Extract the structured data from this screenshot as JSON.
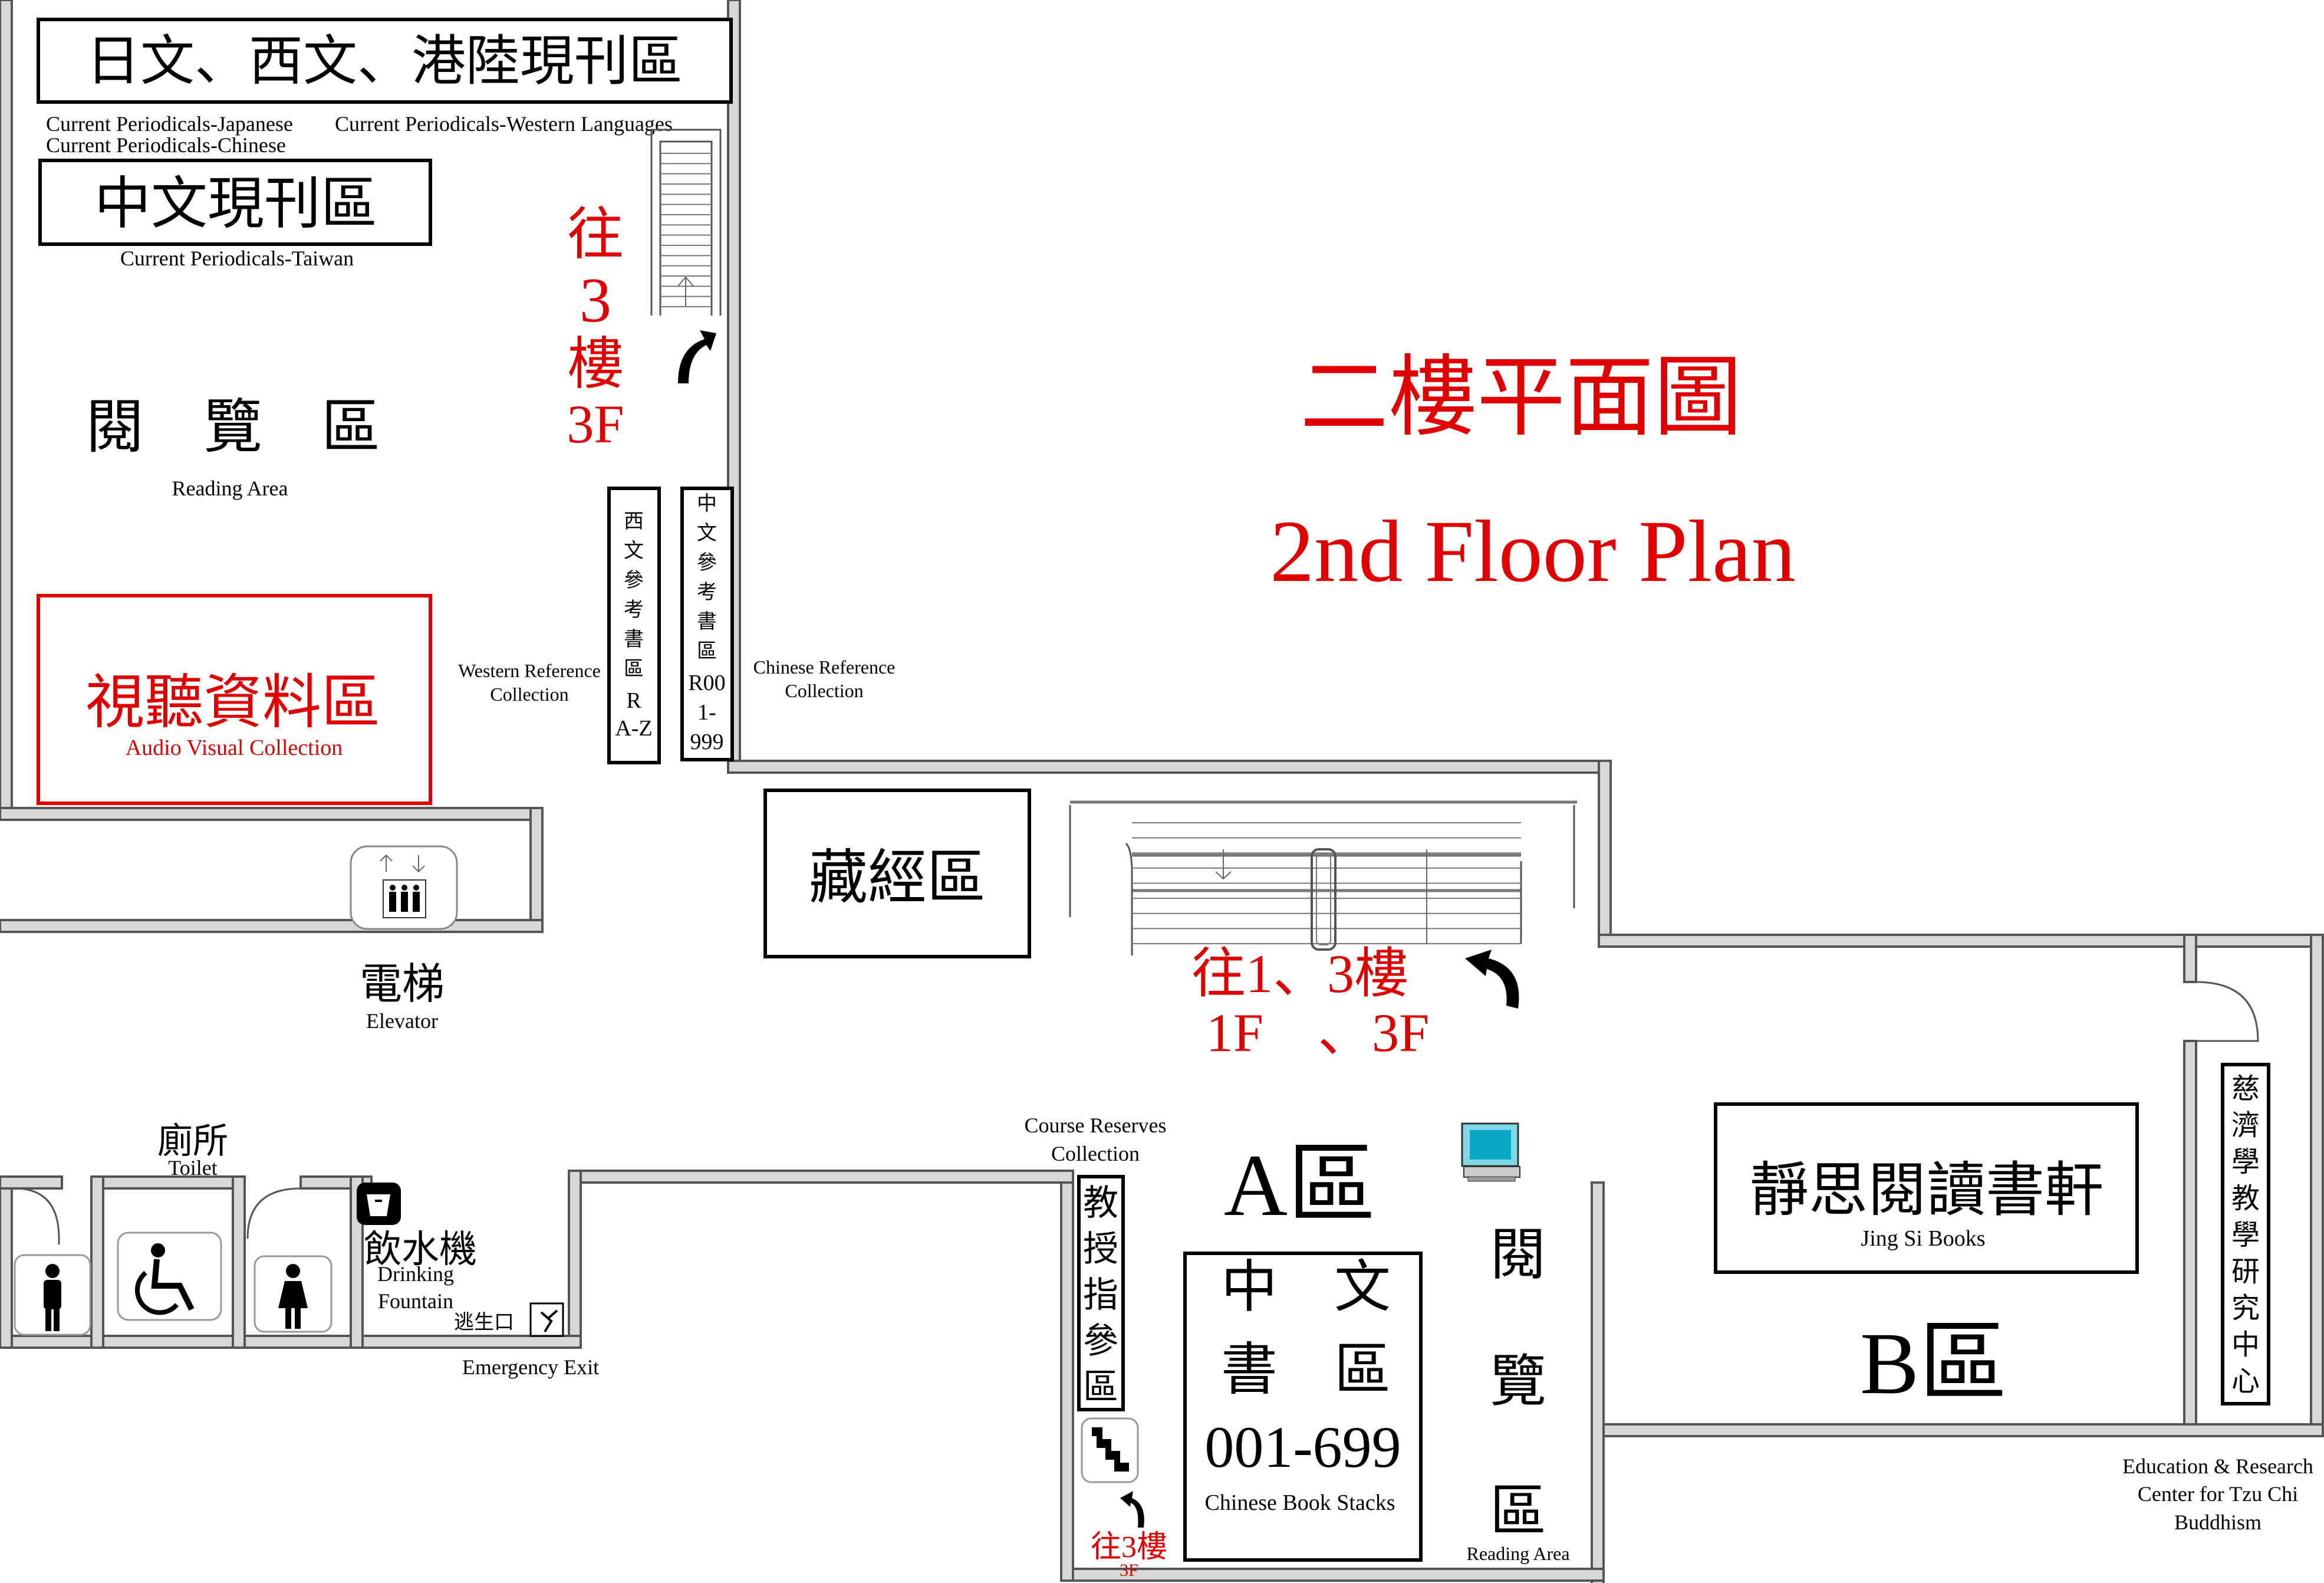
{
  "title": {
    "zh": "二樓平面圖",
    "en": "2nd Floor Plan",
    "color": "#e00000"
  },
  "areas": {
    "periodicals_foreign": {
      "zh": "日文、西文、港陸現刊區",
      "en_jp": "Current Periodicals-Japanese",
      "en_west": "Current Periodicals-Western Languages",
      "en_cn": "Current Periodicals-Chinese"
    },
    "periodicals_tw": {
      "zh": "中文現刊區",
      "en": "Current Periodicals-Taiwan"
    },
    "reading_area_upper": {
      "zh": "閱　覽　區",
      "en": "Reading Area"
    },
    "audio_visual": {
      "zh": "視聽資料區",
      "en": "Audio Visual Collection",
      "color": "#e00000"
    },
    "western_reference": {
      "zh_chars": [
        "西",
        "文",
        "參",
        "考",
        "書",
        "區"
      ],
      "code_lines": [
        "R",
        "A-Z"
      ],
      "en_lines": [
        "Western Reference",
        "Collection"
      ]
    },
    "chinese_reference": {
      "zh_chars": [
        "中",
        "文",
        "參",
        "考",
        "書",
        "區"
      ],
      "code_lines": [
        "R00",
        "1-",
        "999"
      ],
      "en_lines": [
        "Chinese Reference",
        "Collection"
      ]
    },
    "sutra": {
      "zh": "藏經區"
    },
    "elevator": {
      "zh": "電梯",
      "en": "Elevator"
    },
    "toilet": {
      "zh": "廁所",
      "en": "Toilet"
    },
    "drinking_fountain": {
      "zh": "飲水機",
      "en_lines": [
        "Drinking",
        "Fountain"
      ]
    },
    "emergency_exit": {
      "zh": "逃生口",
      "en": "Emergency Exit"
    },
    "course_reserves": {
      "en_lines": [
        "Course Reserves",
        "Collection"
      ],
      "zh_chars": [
        "教",
        "授",
        "指",
        "參",
        "區"
      ]
    },
    "zone_a": {
      "label": "A區"
    },
    "chinese_stacks": {
      "zh_lines": [
        "中　文",
        "書　區"
      ],
      "range": "001-699",
      "en": "Chinese Book Stacks"
    },
    "reading_area_lower": {
      "zh_chars": [
        "閱",
        "覽",
        "區"
      ],
      "en": "Reading Area"
    },
    "jing_si": {
      "zh": "靜思閱讀書軒",
      "en": "Jing Si Books"
    },
    "zone_b": {
      "label": "B區"
    },
    "tzu_chi_center": {
      "zh_chars": [
        "慈",
        "濟",
        "學",
        "教",
        "學",
        "研",
        "究",
        "中",
        "心"
      ],
      "en_lines": [
        "Education & Research",
        "Center for Tzu Chi",
        "Buddhism"
      ]
    }
  },
  "stairs": {
    "upper_to_3f": {
      "zh_chars": [
        "往",
        "3",
        "樓"
      ],
      "en": "3F"
    },
    "center": {
      "zh": "往1、3樓",
      "en": "1F　、3F"
    },
    "small_to_3f": {
      "zh": "往3樓",
      "en": "3F"
    }
  },
  "icons": [
    "elevator-icon",
    "men-toilet-icon",
    "accessible-toilet-icon",
    "women-toilet-icon",
    "drinking-fountain-icon",
    "emergency-exit-icon",
    "computer-icon",
    "stairs-icon",
    "arrow-up-right-icon"
  ],
  "colors": {
    "label_red": "#e00000",
    "wall_fill": "#d8d8d8",
    "outline": "#000000"
  }
}
